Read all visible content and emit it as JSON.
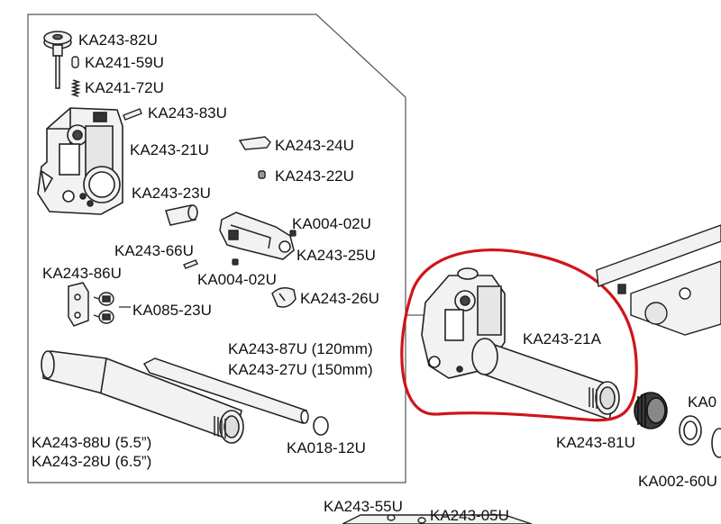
{
  "labels": {
    "l82": "KA243-82U",
    "l59": "KA241-59U",
    "l72": "KA241-72U",
    "l83": "KA243-83U",
    "l21u": "KA243-21U",
    "l24": "KA243-24U",
    "l22": "KA243-22U",
    "l23": "KA243-23U",
    "l02a": "KA004-02U",
    "l25": "KA243-25U",
    "l66": "KA243-66U",
    "l02b": "KA004-02U",
    "l86": "KA243-86U",
    "l26": "KA243-26U",
    "l085": "KA085-23U",
    "l87": "KA243-87U (120mm)",
    "l27": "KA243-27U (150mm)",
    "l88": "KA243-88U (5.5”)",
    "l28": "KA243-28U (6.5”)",
    "l018": "KA018-12U",
    "l21a": "KA243-21A",
    "l81": "KA243-81U",
    "l0cut": "KA0",
    "l002": "KA002-60U",
    "l55": "KA243-55U",
    "l05": "KA243-05U"
  },
  "colors": {
    "outline": "#555555",
    "part_stroke": "#222222",
    "part_fill": "#f2f2f2",
    "highlight": "#d0141b"
  }
}
